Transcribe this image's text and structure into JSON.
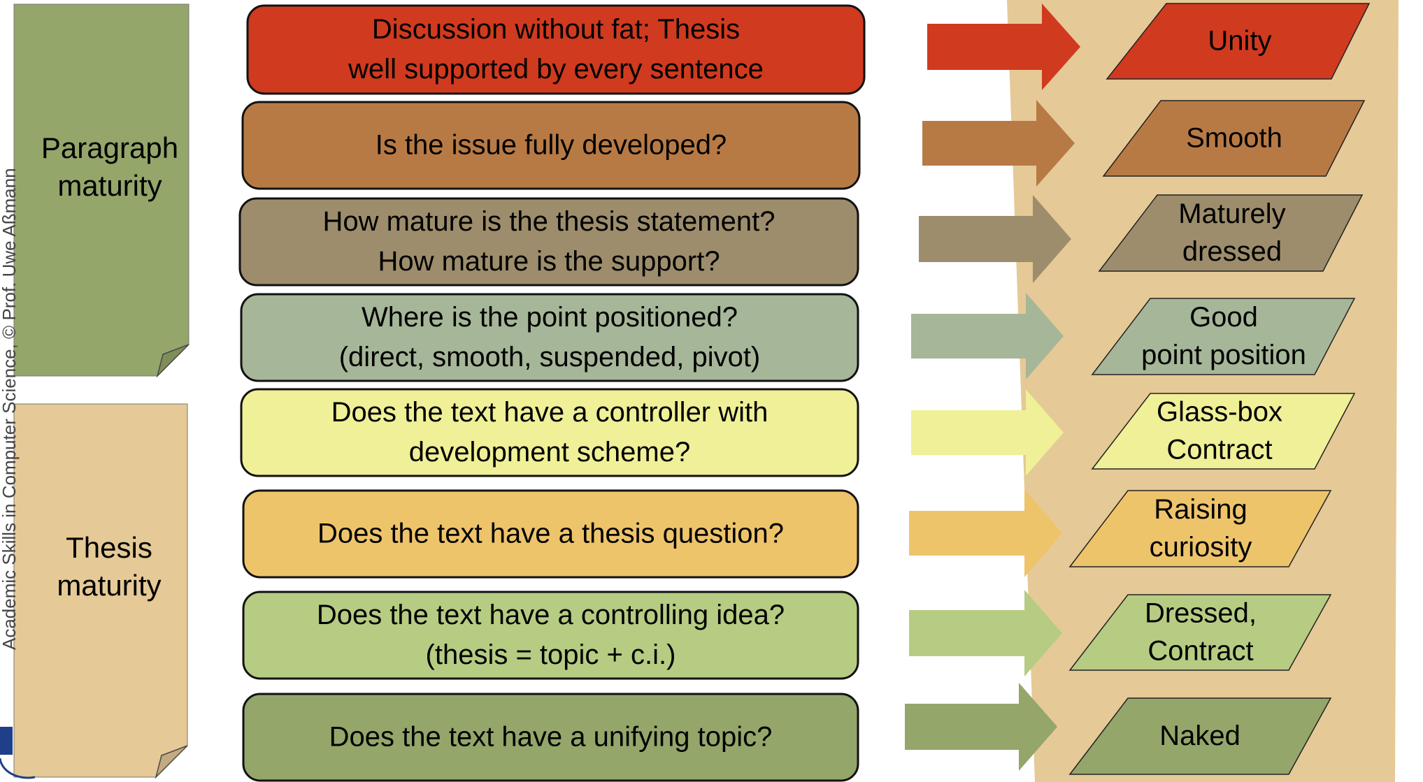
{
  "credit": "Academic Skills in Computer Science, © Prof. Uwe Aßmann",
  "side_labels": [
    {
      "lines": [
        "Paragraph",
        "maturity"
      ],
      "color": "#94a66a"
    },
    {
      "lines": [
        "Thesis",
        "maturity"
      ],
      "color": "#e5c996"
    }
  ],
  "levels": [
    {
      "question": [
        "Discussion without fat; Thesis",
        "well supported by every sentence"
      ],
      "result": [
        "Unity"
      ],
      "color": "#d03a1f"
    },
    {
      "question": [
        "Is the issue fully developed?"
      ],
      "result": [
        "Smooth"
      ],
      "color": "#b87a45"
    },
    {
      "question": [
        "How mature is the thesis statement?",
        "How mature is the support?"
      ],
      "result": [
        "Maturely",
        "dressed"
      ],
      "color": "#9d8d6c"
    },
    {
      "question": [
        "Where is the point positioned?",
        "(direct, smooth, suspended, pivot)"
      ],
      "result": [
        "Good",
        "point position"
      ],
      "color": "#a6b698"
    },
    {
      "question": [
        "Does the text have a controller with",
        "development scheme?"
      ],
      "result": [
        "Glass-box",
        "Contract"
      ],
      "color": "#eff097"
    },
    {
      "question": [
        "Does the text have a thesis question?"
      ],
      "result": [
        "Raising",
        "curiosity"
      ],
      "color": "#eec46b"
    },
    {
      "question": [
        "Does the text have a controlling idea?",
        "(thesis = topic + c.i.)"
      ],
      "result": [
        "Dressed,",
        "Contract"
      ],
      "color": "#b6cc83"
    },
    {
      "question": [
        "Does the text have a unifying topic?"
      ],
      "result": [
        "Naked"
      ],
      "color": "#94a66a"
    }
  ],
  "band_color": "#e5c996"
}
